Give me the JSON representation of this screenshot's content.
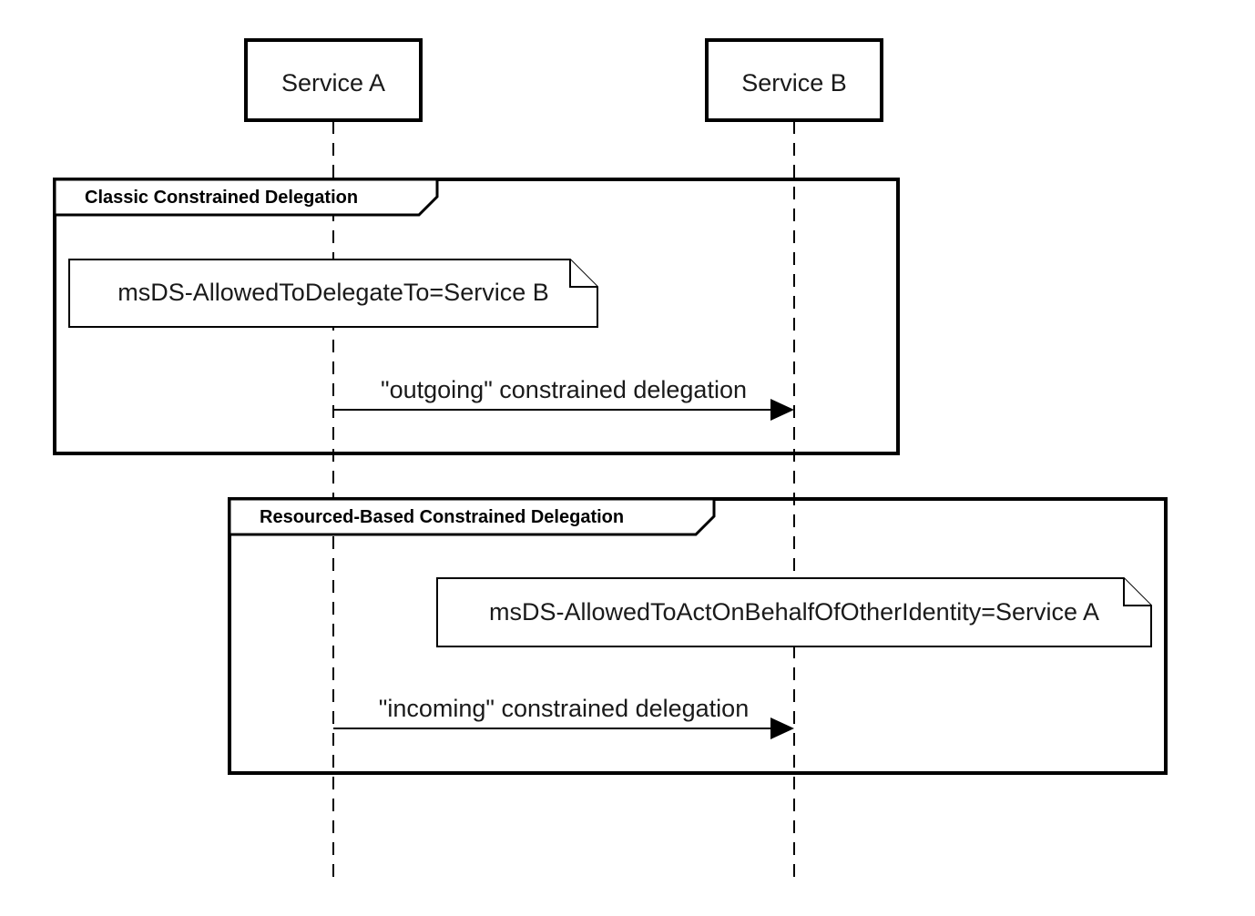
{
  "participants": {
    "service_a": "Service A",
    "service_b": "Service B"
  },
  "frames": {
    "classic": {
      "title": "Classic Constrained Delegation",
      "note": "msDS-AllowedToDelegateTo=Service B",
      "message": "\"outgoing\" constrained delegation"
    },
    "rbcd": {
      "title": "Resourced-Based Constrained Delegation",
      "note": "msDS-AllowedToActOnBehalfOfOtherIdentity=Service A",
      "message": "\"incoming\" constrained delegation"
    }
  }
}
